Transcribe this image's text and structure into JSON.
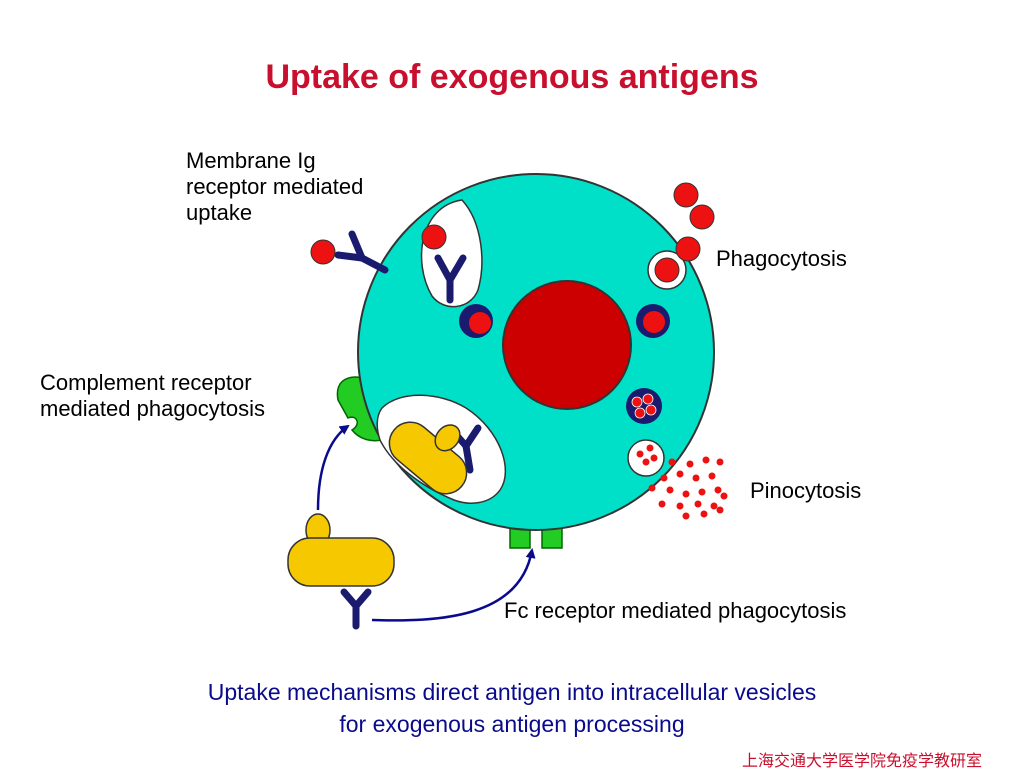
{
  "title": "Uptake of exogenous antigens",
  "labels": {
    "membrane_ig": [
      "Membrane Ig",
      "receptor mediated",
      "uptake"
    ],
    "phagocytosis": "Phagocytosis",
    "complement": [
      "Complement receptor",
      "mediated phagocytosis"
    ],
    "pinocytosis": "Pinocytosis",
    "fc_receptor": "Fc receptor mediated phagocytosis"
  },
  "caption": [
    "Uptake mechanisms direct antigen into intracellular vesicles",
    "for exogenous antigen processing"
  ],
  "footer": "上海交通大学医学院免疫学教研室",
  "colors": {
    "title": "#c8102e",
    "cell": "#00e0c8",
    "nucleus": "#cc0000",
    "antigen": "#ee1111",
    "antibody": "#1a1a6e",
    "complement_receptor": "#22cc22",
    "opsonized_particle": "#f5c800",
    "caption": "#0a0a8c"
  }
}
